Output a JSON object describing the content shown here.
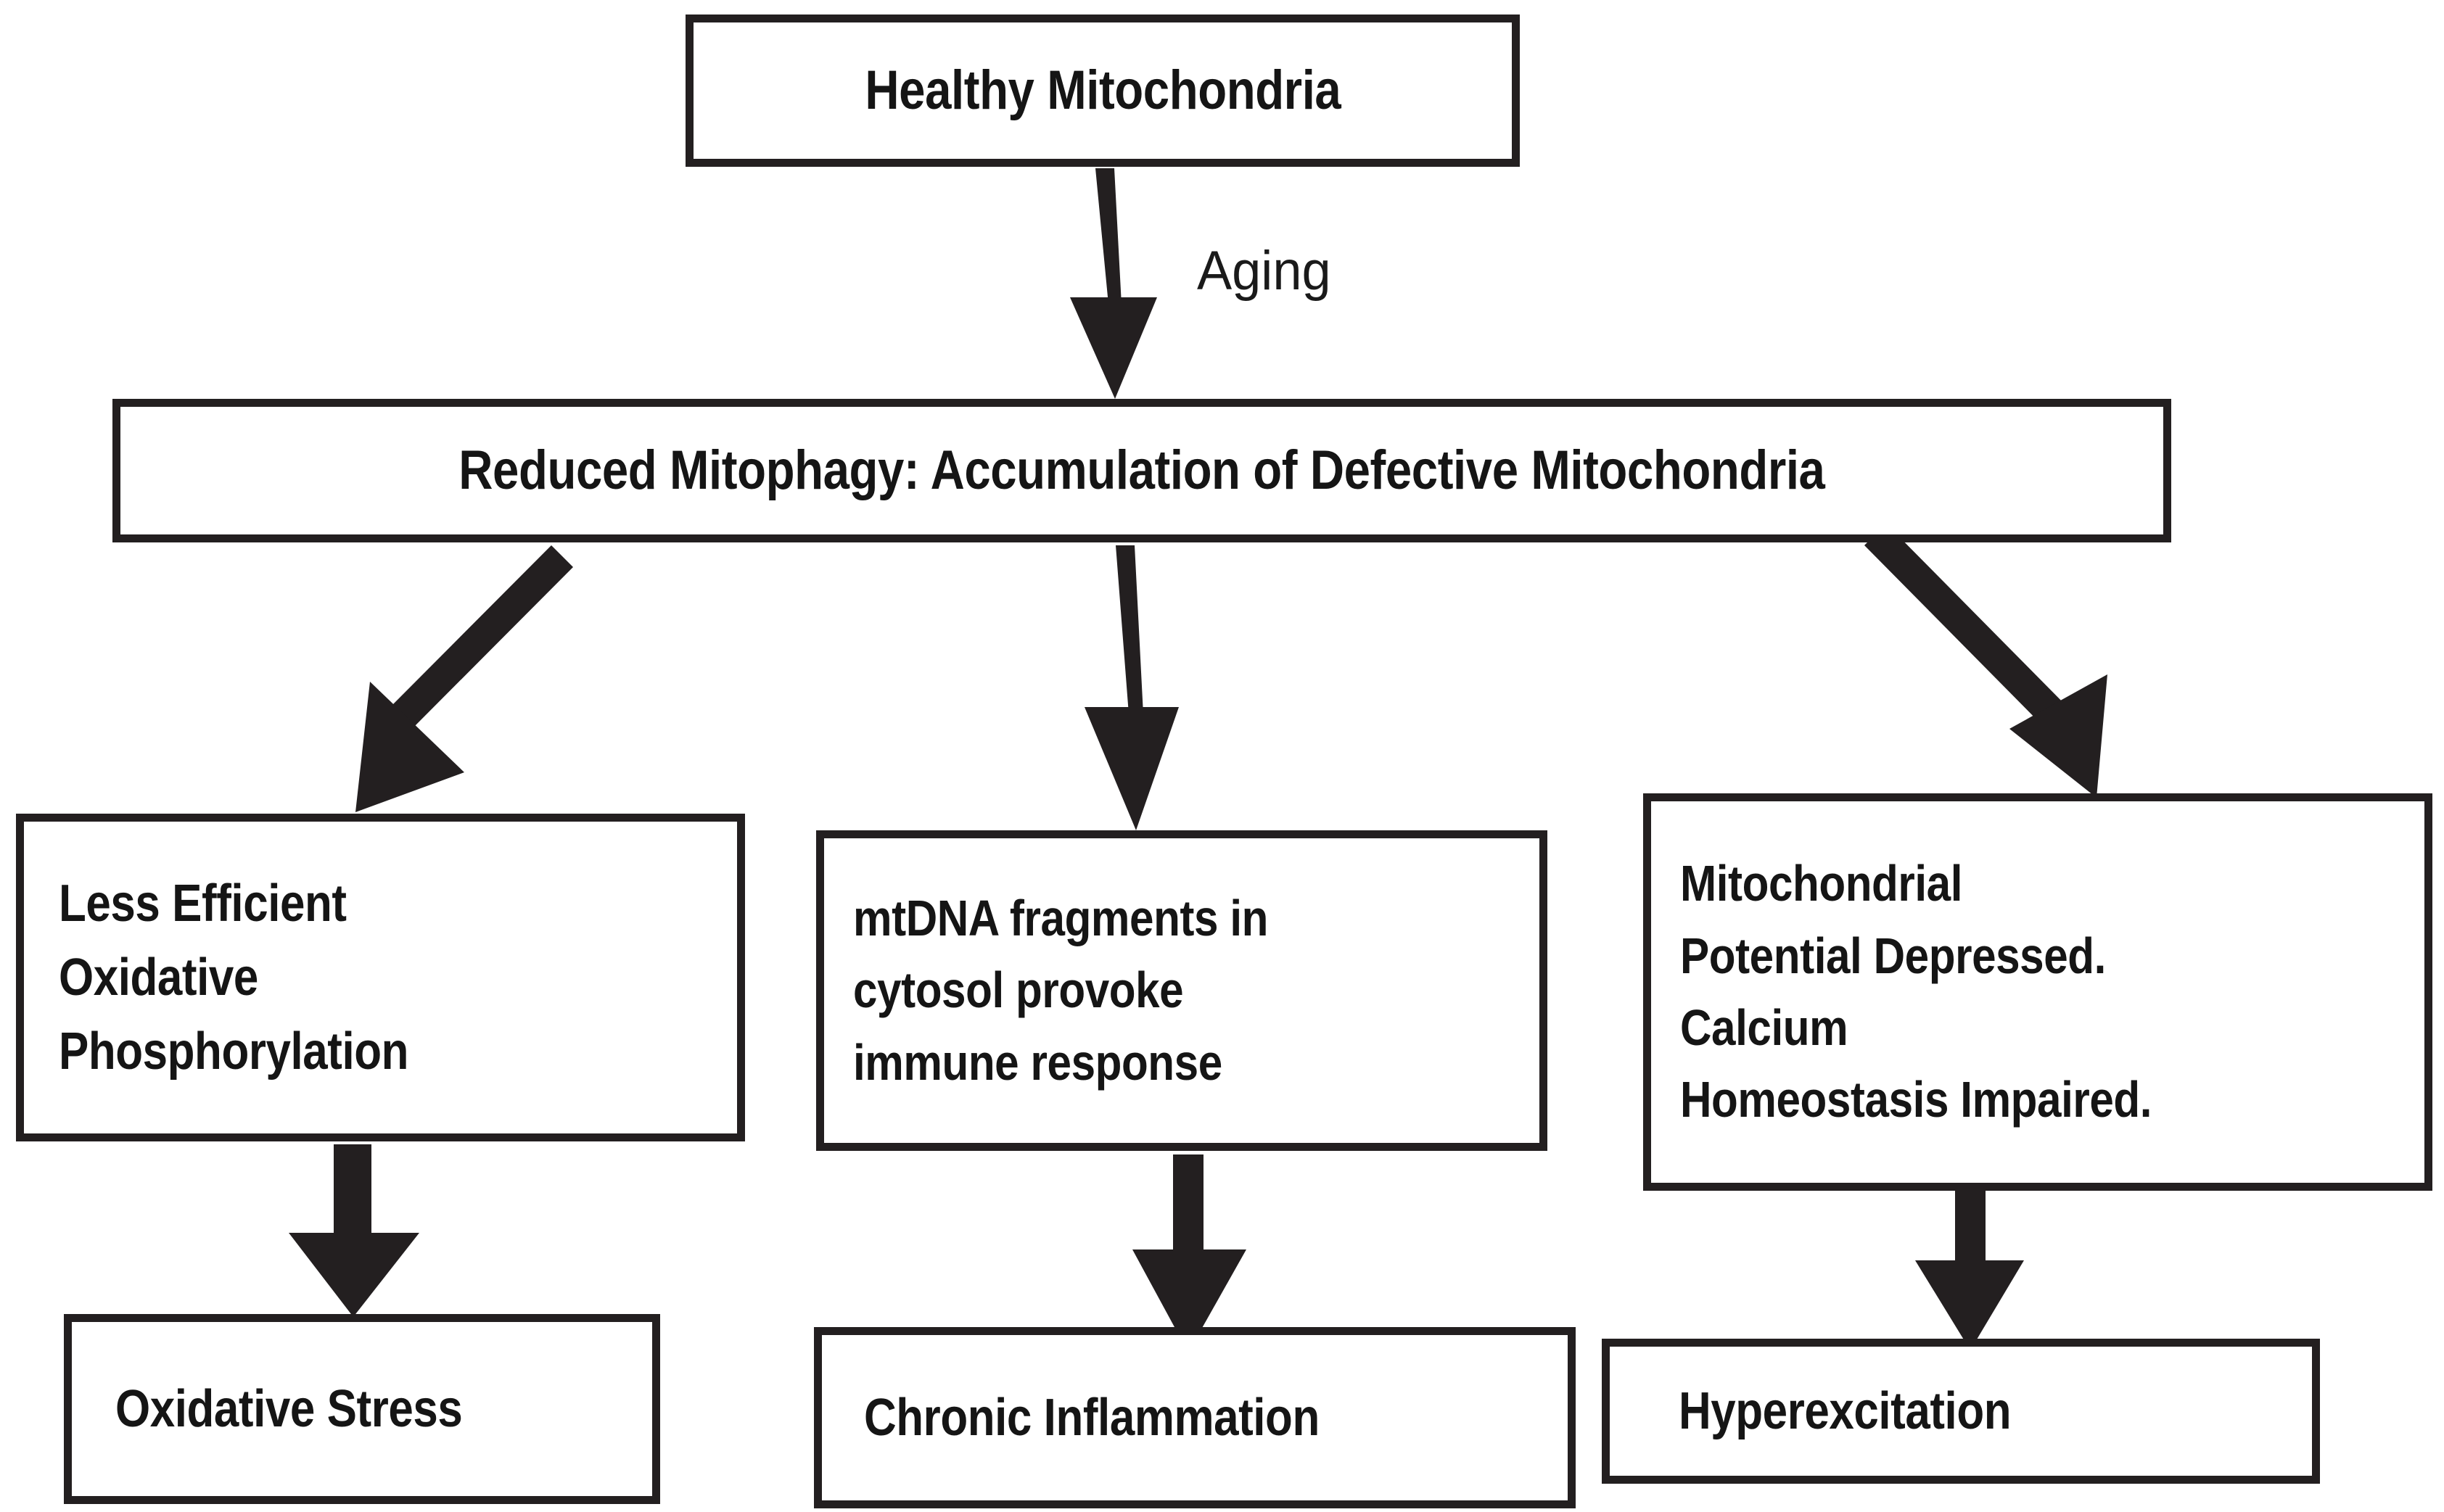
{
  "diagram": {
    "title": "Mitochondrial dysfunction in aging flowchart",
    "background_color": "#ffffff",
    "stroke_color": "#231f20",
    "text_color": "#151515",
    "nodes": [
      {
        "id": "healthy-mitochondria",
        "label": "Healthy Mitochondria"
      },
      {
        "id": "reduced-mitophagy",
        "label": "Reduced Mitophagy: Accumulation of Defective Mitochondria"
      },
      {
        "id": "less-efficient-oxphos",
        "label": "Less Efficient\nOxidative\nPhosphorylation"
      },
      {
        "id": "mtdna-fragments",
        "label": "mtDNA fragments in\ncytosol provoke\nimmune response"
      },
      {
        "id": "mitochondrial-potential",
        "label": "Mitochondrial\nPotential Depressed.\nCalcium\nHomeostasis Impaired."
      },
      {
        "id": "oxidative-stress",
        "label": "Oxidative Stress"
      },
      {
        "id": "chronic-inflammation",
        "label": "Chronic Inflammation"
      },
      {
        "id": "hyperexcitation",
        "label": "Hyperexcitation"
      }
    ],
    "edges": [
      {
        "id": "healthy-to-reduced",
        "from": "healthy-mitochondria",
        "to": "reduced-mitophagy",
        "label": "Aging",
        "direction": "down"
      },
      {
        "id": "reduced-to-oxphos",
        "from": "reduced-mitophagy",
        "to": "less-efficient-oxphos",
        "label": "",
        "direction": "down-left"
      },
      {
        "id": "reduced-to-mtdna",
        "from": "reduced-mitophagy",
        "to": "mtdna-fragments",
        "label": "",
        "direction": "down"
      },
      {
        "id": "reduced-to-potential",
        "from": "reduced-mitophagy",
        "to": "mitochondrial-potential",
        "label": "",
        "direction": "down-right"
      },
      {
        "id": "oxphos-to-oxidative-stress",
        "from": "less-efficient-oxphos",
        "to": "oxidative-stress",
        "label": "",
        "direction": "down"
      },
      {
        "id": "mtdna-to-inflammation",
        "from": "mtdna-fragments",
        "to": "chronic-inflammation",
        "label": "",
        "direction": "down"
      },
      {
        "id": "potential-to-hyperexcite",
        "from": "mitochondrial-potential",
        "to": "hyperexcitation",
        "label": "",
        "direction": "down"
      }
    ],
    "edge_labels": {
      "aging": "Aging"
    }
  }
}
